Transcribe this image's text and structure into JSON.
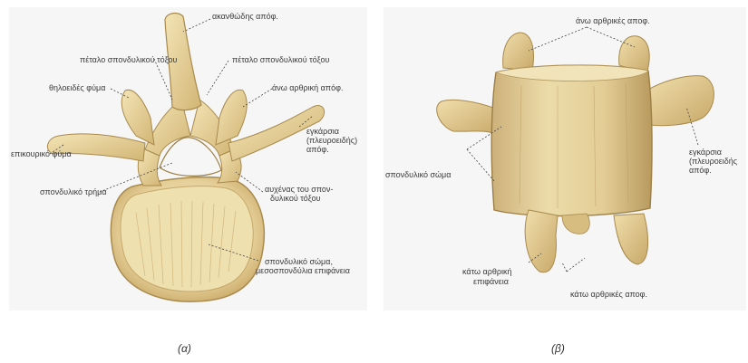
{
  "panel_a": {
    "caption": "(α)",
    "labels": {
      "spinous": "ακανθώδης απόφ.",
      "lamina_left": "πέταλο σπονδυλικού τόξου",
      "lamina_right": "πέταλο σπονδυλικού τόξου",
      "mammillary": "θηλοειδές φύμα",
      "superior_articular": "άνω αρθρική απόφ.",
      "accessory": "επικουρικό φύμα",
      "transverse_1": "εγκάρσια",
      "transverse_2": "(πλευροειδής)",
      "transverse_3": "απόφ.",
      "foramen": "σπονδυλικό τρήμα",
      "pedicle_1": "αυχένας του σπον-",
      "pedicle_2": "δυλικού τόξου",
      "body_1": "σπονδυλικό σώμα,",
      "body_2": "μεσοσπονδύλια επιφάνεια"
    }
  },
  "panel_b": {
    "caption": "(β)",
    "labels": {
      "superior_articular": "άνω αρθρικές αποφ.",
      "transverse_1": "εγκάρσια",
      "transverse_2": "(πλευροειδής",
      "transverse_3": "απόφ.",
      "body": "σπονδυλικό σώμα",
      "inf_surface_1": "κάτω αρθρική",
      "inf_surface_2": "επιφάνεια",
      "inferior_articular": "κάτω αρθρικές αποφ."
    }
  },
  "colors": {
    "bone_light": "#f1e2b4",
    "bone_mid": "#dcc286",
    "bone_dark": "#a88a4c",
    "leader": "#444444"
  }
}
